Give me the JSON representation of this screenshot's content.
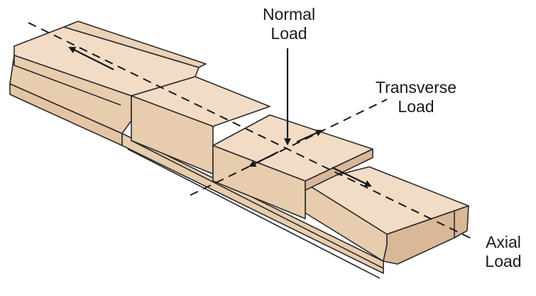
{
  "labels": {
    "normal": {
      "line1": "Normal",
      "line2": "Load"
    },
    "transverse": {
      "line1": "Transverse",
      "line2": "Load"
    },
    "axial": {
      "line1": "Axial",
      "line2": "Load"
    }
  },
  "colors": {
    "face_top": "#f2dcc6",
    "face_side": "#e8ccae",
    "face_dark": "#d9b898",
    "outline": "#2a2a2a",
    "background": "#ffffff"
  }
}
